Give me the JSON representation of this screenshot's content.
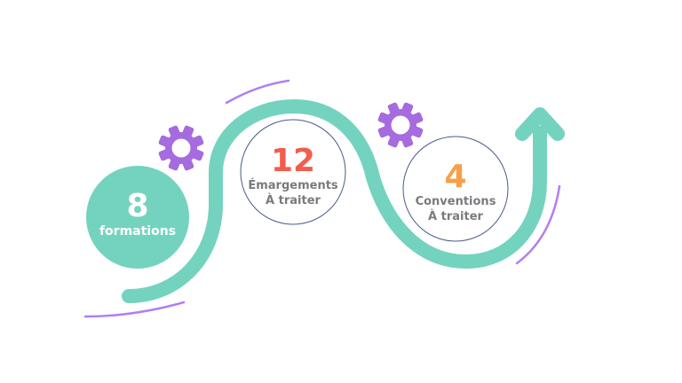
{
  "colors": {
    "teal": "#74d3bf",
    "purple": "#a56bdf",
    "arc_purple": "#b27ff0",
    "circle_border": "#4a5a8a",
    "label_gray": "#787b7e",
    "red": "#f25d4e",
    "orange": "#f6a04a",
    "white": "#ffffff"
  },
  "steps": [
    {
      "value": "8",
      "label": "formations"
    },
    {
      "value": "12",
      "line1": "Émargements",
      "line2": "À traiter"
    },
    {
      "value": "4",
      "line1": "Conventions",
      "line2": "À traiter"
    }
  ],
  "icons": [
    "gear-icon",
    "gear-icon",
    "arrow-up-icon"
  ]
}
